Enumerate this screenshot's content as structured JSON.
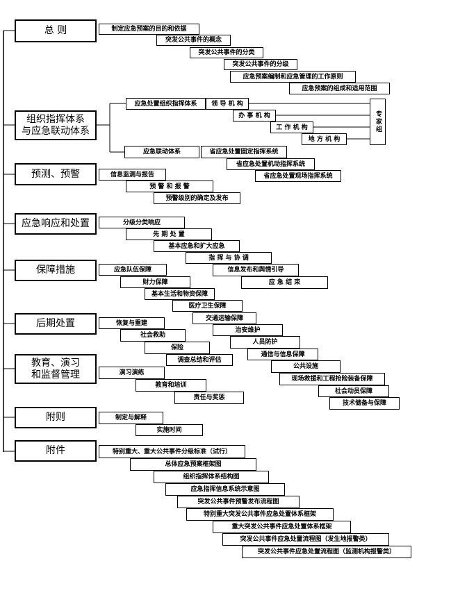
{
  "sections": [
    {
      "id": "zongze",
      "label": "总 则"
    },
    {
      "id": "zuzhi",
      "label": "组织指挥体系\n与应急联动体系"
    },
    {
      "id": "yuce",
      "label": "预测、预警"
    },
    {
      "id": "xiangying",
      "label": "应急响应和处置"
    },
    {
      "id": "baozhang",
      "label": "保障措施"
    },
    {
      "id": "houqi",
      "label": "后期处置"
    },
    {
      "id": "jiaoyu",
      "label": "教育、演习\n和监督管理"
    },
    {
      "id": "fuze",
      "label": "附则"
    },
    {
      "id": "fujian",
      "label": "附件"
    }
  ],
  "items": {
    "zongze": [
      "制定应急预案的目的和依据",
      "突发公共事件的概念",
      "突发公共事件的分类",
      "突发公共事件的分级",
      "应急预案编制和应急管理的工作原则",
      "应急预案的组成和适用范围"
    ],
    "zuzhi": {
      "command": "应急处置组织指挥体系",
      "command_children": [
        "领 导 机 构",
        "办 事 机 构",
        "工 作 机 构",
        "地 方 机 构"
      ],
      "expert": "专家组",
      "linkage": "应急联动体系",
      "linkage_children": [
        "省应急处置固定指挥系统",
        "省应急处置机动指挥系统",
        "省应急处置现场指挥系统"
      ]
    },
    "yuce": [
      "信息监测与报告",
      "预 警 和 报 警",
      "预警级别的确定及发布"
    ],
    "xiangying": [
      "分级分类响应",
      "先 期 处 置",
      "基本应急和扩大应急",
      "指 挥 与 协 调",
      "信息发布和舆情引导",
      "应 急 结 束"
    ],
    "baozhang": [
      "应急队伍保障",
      "财力保障",
      "基本生活和物资保障",
      "医疗卫生保障",
      "交通运输保障",
      "治安维护",
      "人员防护",
      "通信与信息保障",
      "公共设施",
      "现场救援和工程抢险装备保障",
      "社会动员保障",
      "技术储备与保障"
    ],
    "houqi": [
      "恢复与重建",
      "社会救助",
      "保险",
      "调查总结和评估"
    ],
    "jiaoyu": [
      "演习演练",
      "教育和培训",
      "责任与奖惩"
    ],
    "fuze": [
      "制定与解释",
      "实施时间"
    ],
    "fujian": [
      "特别重大、重大公共事件分级标准（试行）",
      "总体应急预案框架图",
      "组织指挥体系结构图",
      "应急指挥信息系统示意图",
      "突发公共事件预警发布流程图",
      "特别重大突发公共事件应急处置体系框架",
      "重大突发公共事件应急处置体系框架",
      "突发公共事件应急处置流程图（发生地报警类）",
      "突发公共事件应急处置流程图（监测机构报警类）"
    ]
  }
}
